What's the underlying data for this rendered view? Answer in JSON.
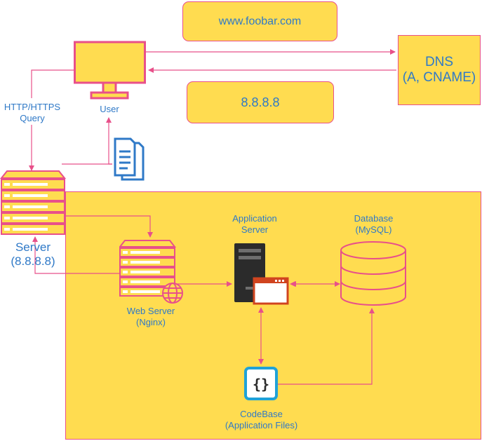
{
  "top_box_1": "www.foobar.com",
  "top_box_2": "8.8.8.8",
  "dns": {
    "line1": "DNS",
    "line2": "(A, CNAME)"
  },
  "user_label": "User",
  "query_label": {
    "line1": "HTTP/HTTPS",
    "line2": "Query"
  },
  "server_label": {
    "line1": "Server",
    "line2": "(8.8.8.8)"
  },
  "web_server_label": {
    "line1": "Web Server",
    "line2": "(Nginx)"
  },
  "app_server_label": {
    "line1": "Application",
    "line2": "Server"
  },
  "database_label": {
    "line1": "Database",
    "line2": "(MySQL)"
  },
  "codebase_label": {
    "line1": "CodeBase",
    "line2": "(Application Files)"
  },
  "colors": {
    "fill": "#ffdc50",
    "stroke": "#e8508a",
    "text": "#2f79c7"
  }
}
